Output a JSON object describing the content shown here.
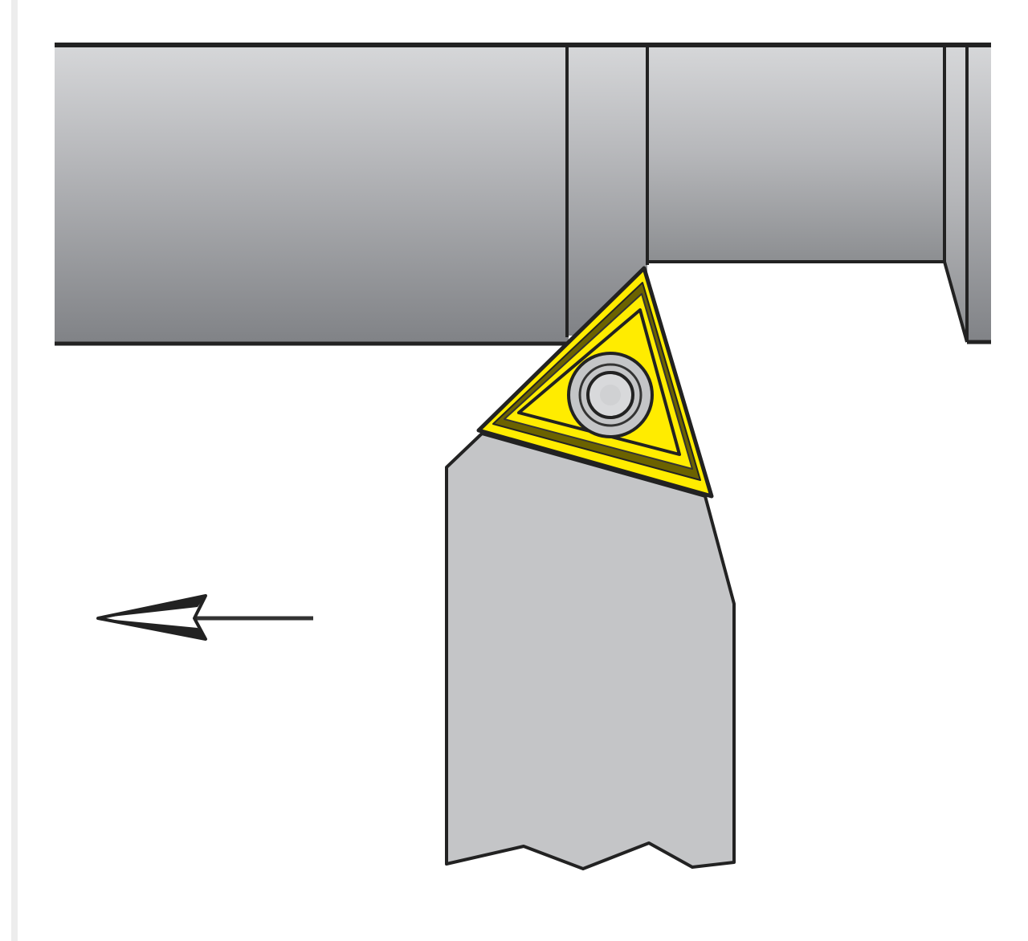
{
  "diagram": {
    "kind": "turning-tool-operation",
    "components": [
      "workpiece",
      "tool-holder",
      "insert",
      "clamping-screw",
      "feed-direction-arrow"
    ],
    "feed_direction": "left",
    "colors": {
      "workpiece_light": "#d3d4d6",
      "workpiece_dark": "#86888b",
      "holder": "#c4c5c7",
      "insert": "#ffec00",
      "insert_dark": "#6b6200",
      "outline": "#222222",
      "left_rule": "#ededed"
    }
  }
}
